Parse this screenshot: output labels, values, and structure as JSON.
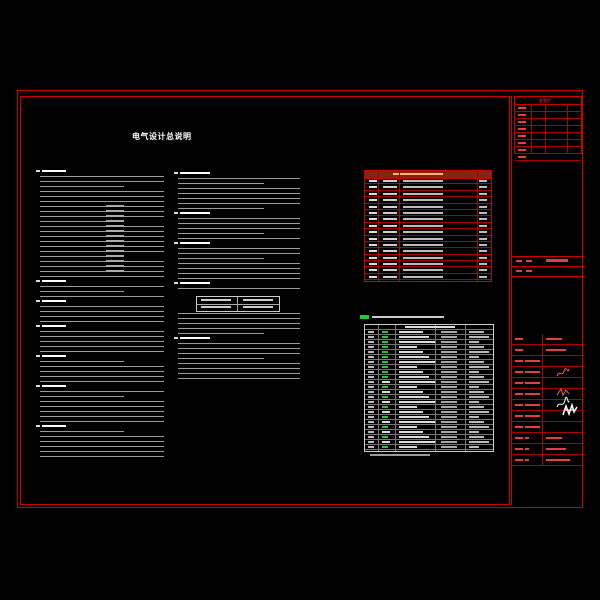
{
  "drawing": {
    "title": "电气设计总说明"
  },
  "colors": {
    "frame": "#cc0000",
    "text": "#ffffff",
    "accent_green": "#1ecb3a",
    "header_fill": "#e05a2a"
  },
  "title_block": {
    "header": "会签栏"
  },
  "icons": {
    "signature_1": "handwritten-signature",
    "signature_2": "handwritten-signature",
    "signature_3": "handwritten-signature",
    "seal": "stamp-seal"
  }
}
